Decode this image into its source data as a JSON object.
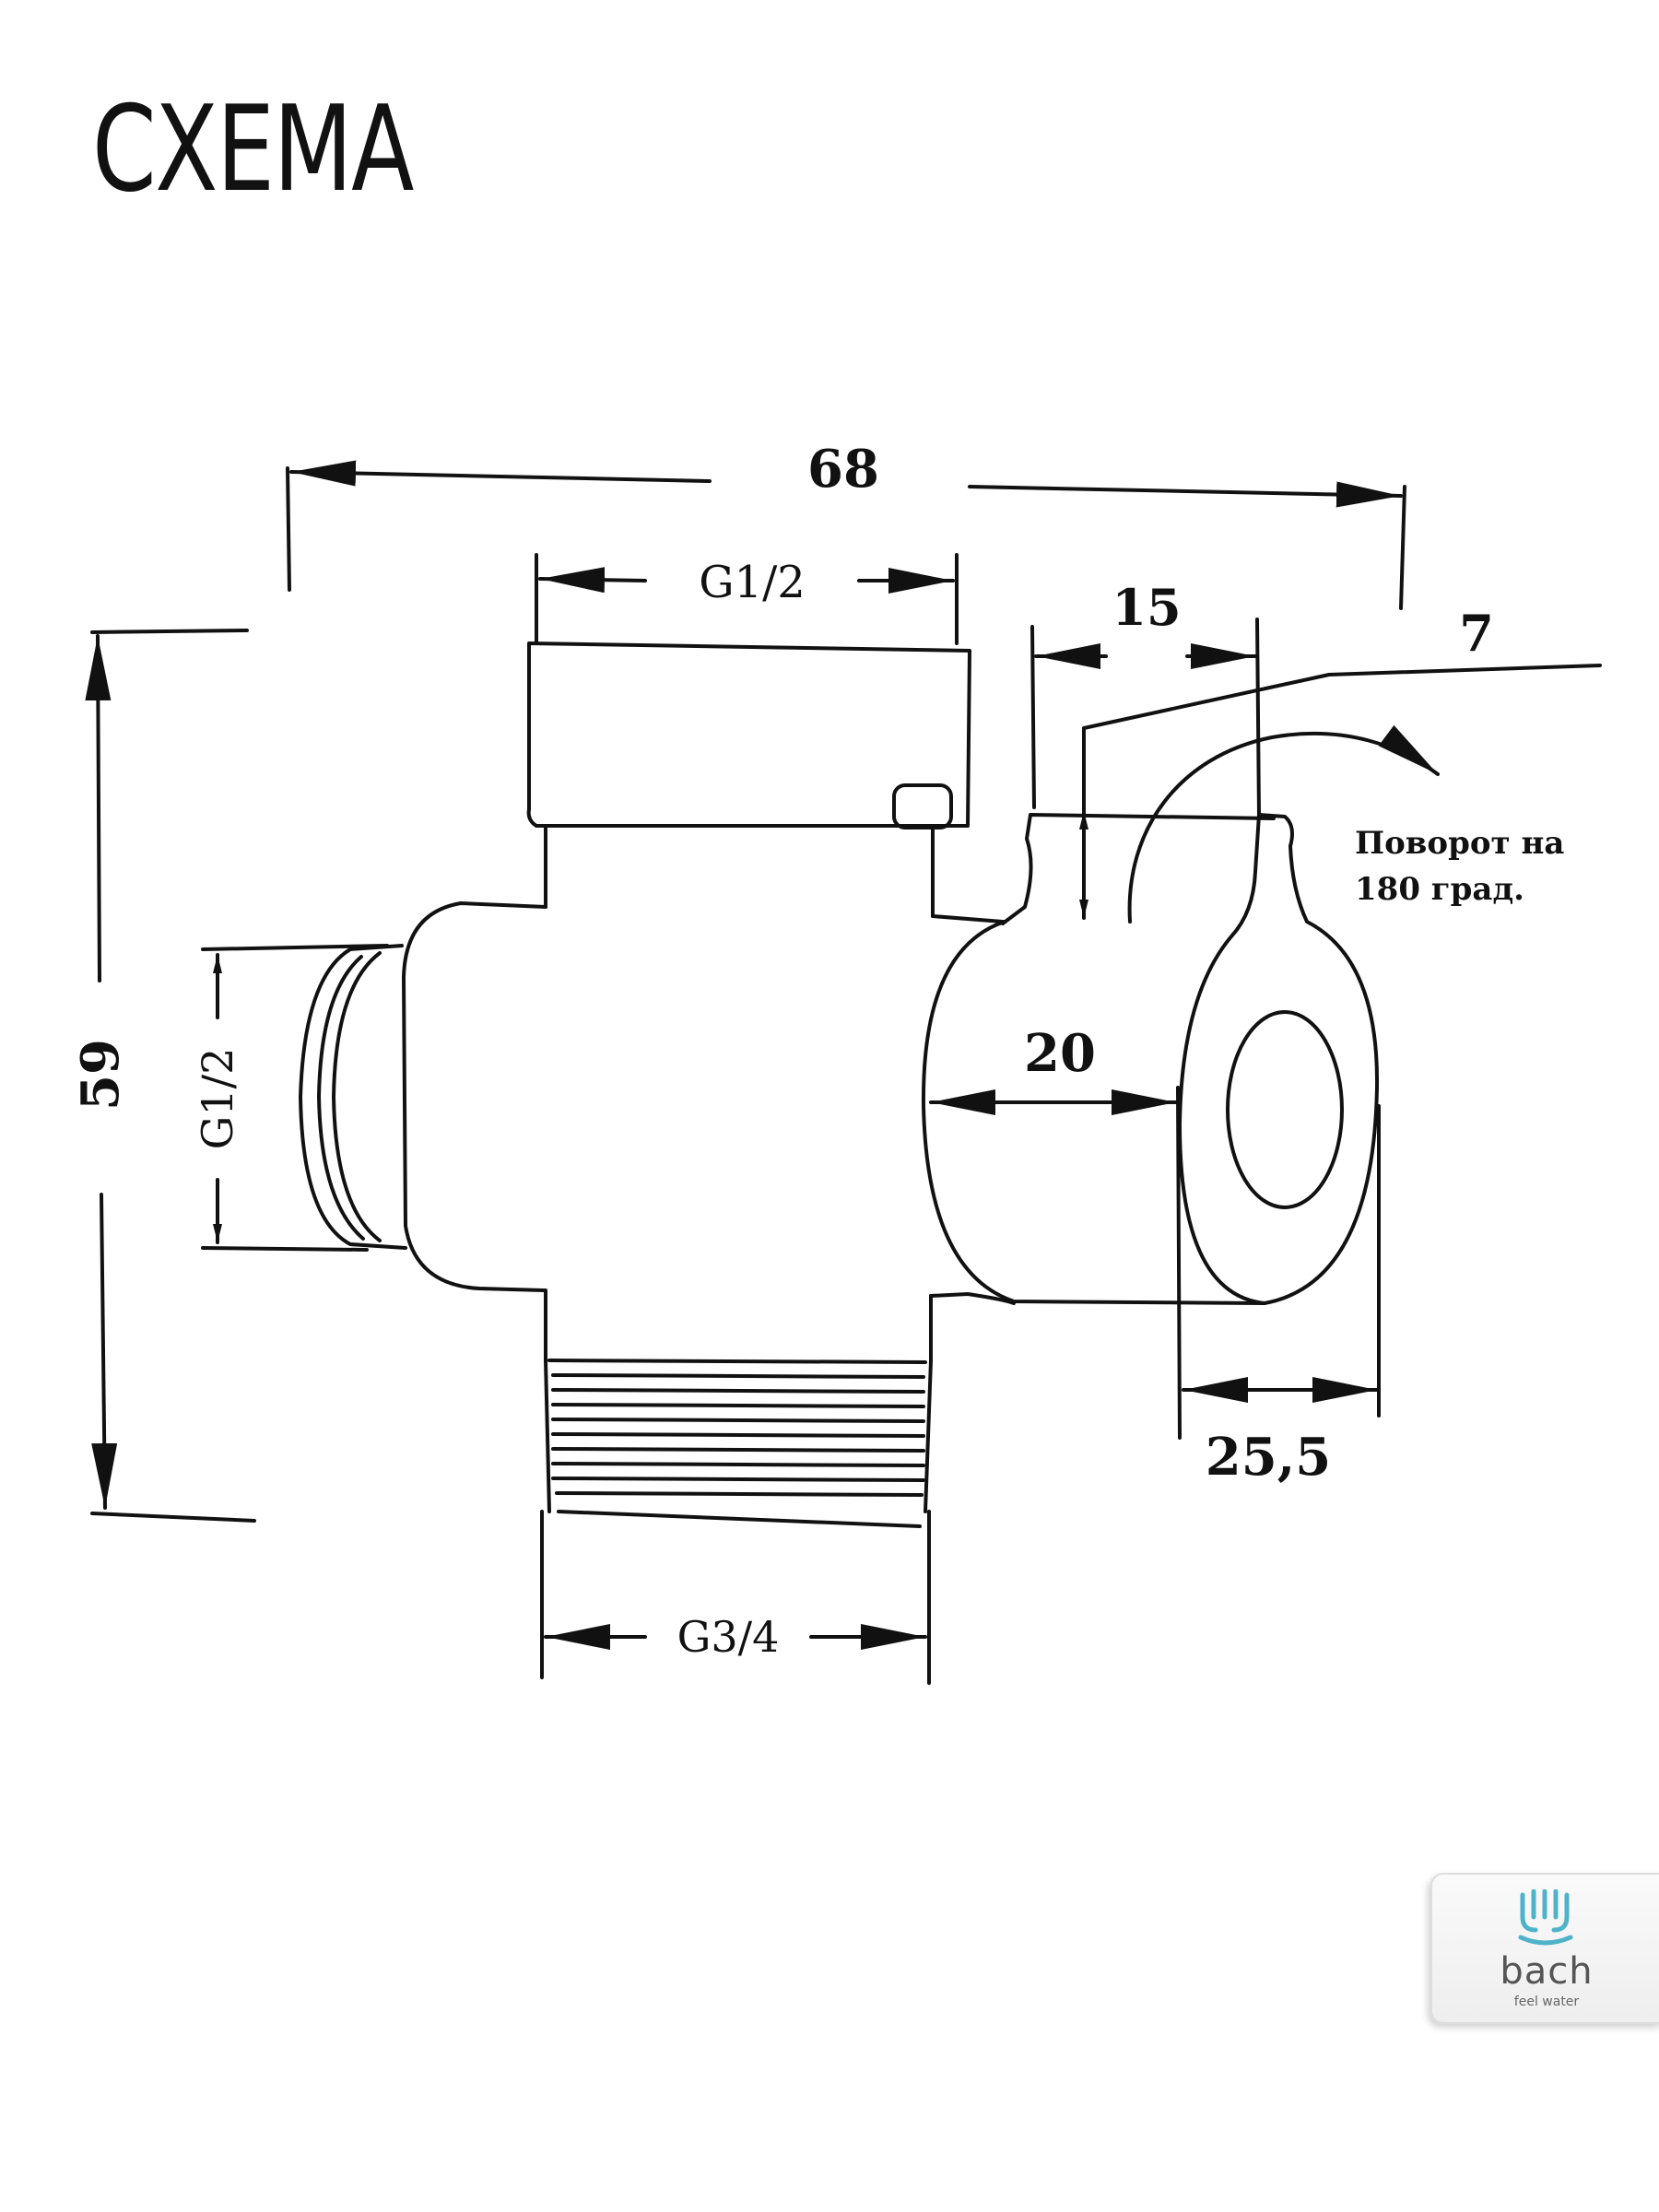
{
  "title": "СХЕМА",
  "dimensions": {
    "overall_width": "68",
    "top_thread": "G1/2",
    "handle_width": "15",
    "handle_offset": "7",
    "height": "59",
    "side_thread": "G1/2",
    "body_depth": "20",
    "knob_diameter": "25,5",
    "bottom_thread": "G3/4"
  },
  "rotation_note": {
    "line1": "Поворот на",
    "line2": "180 град."
  },
  "logo": {
    "brand": "bach",
    "tagline": "feel water",
    "accent_color": "#4fb3c8"
  },
  "colors": {
    "line": "#111111",
    "background": "#ffffff"
  }
}
